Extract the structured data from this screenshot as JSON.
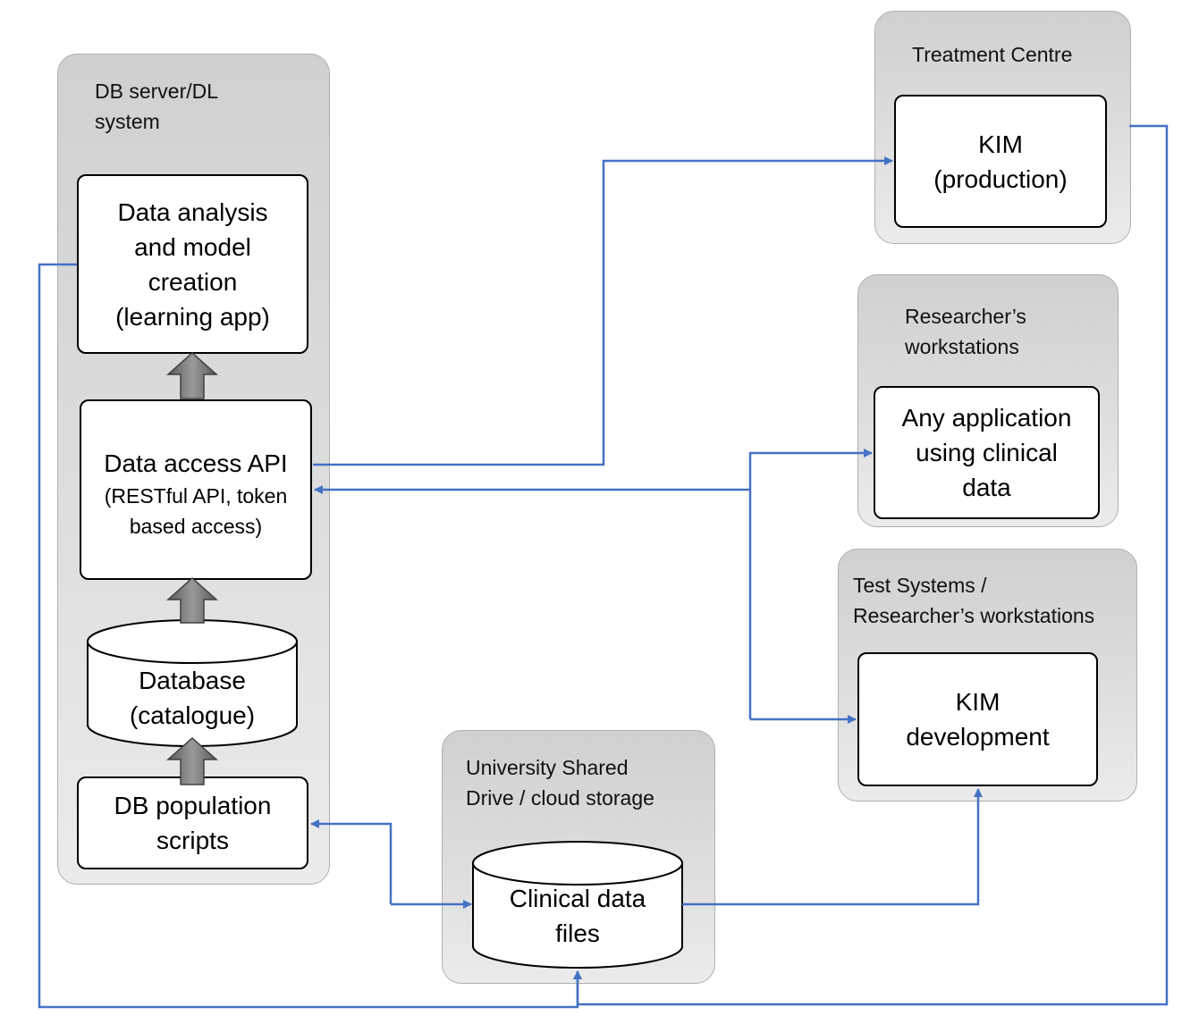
{
  "groups": {
    "db_server": "DB server/DL\nsystem",
    "treatment_centre": "Treatment Centre",
    "researcher_ws": "Researcher’s\nworkstations",
    "test_systems": "Test Systems /\nResearcher’s workstations",
    "shared_drive": "University Shared\nDrive / cloud storage"
  },
  "nodes": {
    "data_analysis": "Data analysis\nand model\ncreation\n(learning app)",
    "data_access_title": "Data access API",
    "data_access_detail": "(RESTful API, token\nbased access)",
    "database": "Database\n(catalogue)",
    "db_population": "DB population\nscripts",
    "kim_production": "KIM\n(production)",
    "any_application": "Any application\nusing clinical\ndata",
    "kim_development": "KIM\ndevelopment",
    "clinical_files": "Clinical data\nfiles"
  },
  "colors": {
    "connector": "#4472C4",
    "group_fill": "#d9d9d9",
    "arrow_fill": "#7f7f7f"
  }
}
